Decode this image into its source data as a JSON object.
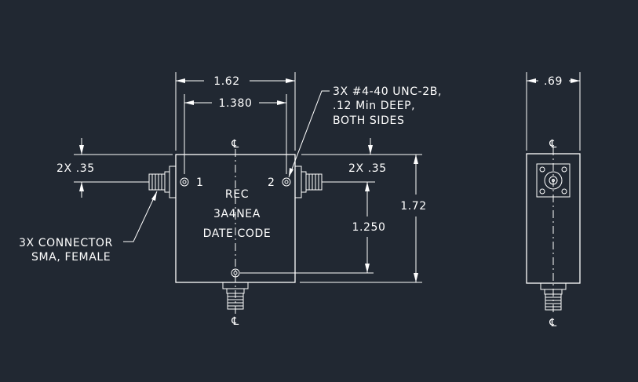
{
  "colors": {
    "background": "#212832",
    "line": "#ffffff"
  },
  "front_view": {
    "dim_width": "1.62",
    "dim_hole_spacing": "1.380",
    "dim_height": "1.72",
    "dim_port_spacing": "1.250",
    "dim_left_offset": "2X .35",
    "dim_right_offset": "2X .35",
    "port_1_label": "1",
    "port_2_label": "2",
    "label_line_1": "REC",
    "label_line_2": "3A4NEA",
    "label_line_3": "DATE CODE",
    "centerline_symbol": "℄"
  },
  "notes": {
    "holes_line_1": "3X #4-40 UNC-2B,",
    "holes_line_2": ".12 Min DEEP,",
    "holes_line_3": "BOTH SIDES",
    "connector_line_1": "3X CONNECTOR",
    "connector_line_2": "SMA, FEMALE"
  },
  "side_view": {
    "dim_depth": ".69",
    "centerline_symbol": "℄"
  }
}
